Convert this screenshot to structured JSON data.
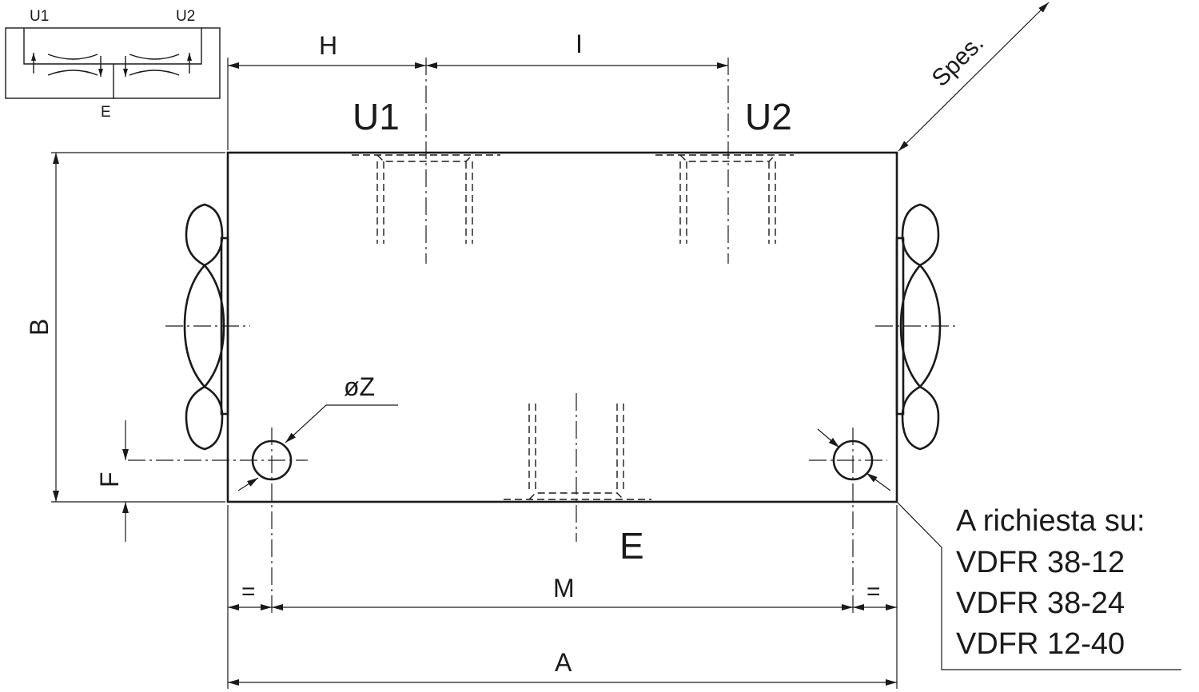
{
  "schematic": {
    "port_left": "U1",
    "port_right": "U2",
    "port_bottom": "E"
  },
  "ports": {
    "u1": "U1",
    "u2": "U2",
    "e": "E"
  },
  "dimensions": {
    "h": "H",
    "i": "I",
    "b": "B",
    "f": "F",
    "m": "M",
    "a": "A",
    "z": "øZ",
    "thickness": "Spes.",
    "equal_left": "=",
    "equal_right": "="
  },
  "note": {
    "title": "A richiesta su:",
    "models": [
      "VDFR 38-12",
      "VDFR 38-24",
      "VDFR 12-40"
    ]
  }
}
